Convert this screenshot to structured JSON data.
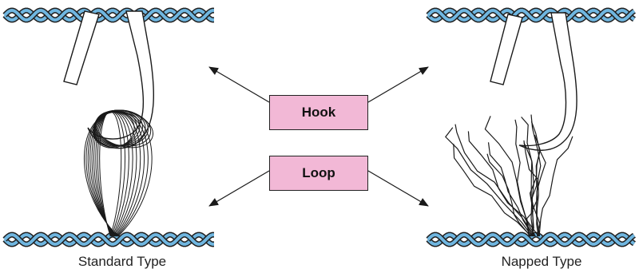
{
  "labels": {
    "hook": "Hook",
    "loop": "Loop",
    "standard_type": "Standard Type",
    "napped_type": "Napped Type"
  },
  "colors": {
    "strand_fill": "#6fb6e0",
    "strand_stroke": "#1f1f1f",
    "label_fill": "#f2b8d6",
    "line": "#1a1a1a"
  }
}
